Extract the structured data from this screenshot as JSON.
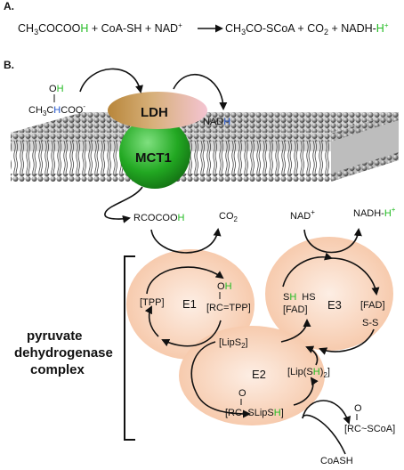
{
  "labels": {
    "a": "A.",
    "b": "B."
  },
  "equation": {
    "lhs_pre": "CH",
    "lhs_sub": "3",
    "lhs_mid": "COCOO",
    "lhs_h": "H",
    "rest1": " + CoA-SH + NAD",
    "plus_sup": "+",
    "rhs_pre": "CH",
    "rhs_sub": "3",
    "rhs_mid": "CO-SCoA + CO",
    "rhs_sub2": "2",
    "rhs_end": " + NADH-",
    "rhs_h": "H",
    "rhs_hsup": "+",
    "color_green": "#22bb22",
    "color_blue": "#2255cc"
  },
  "lactate": {
    "oh_o": "O",
    "oh_h": "H",
    "formula_pre": "CH",
    "formula_sub": "3",
    "formula_c": "C",
    "formula_h": "H",
    "formula_end": "COO",
    "charge": "-"
  },
  "enzymes": {
    "ldh": "LDH",
    "mct1": "MCT1",
    "e1": "E1",
    "e2": "E2",
    "e3": "E3"
  },
  "nadh_top": {
    "nad": "NAD",
    "h": "H"
  },
  "rcocooh": {
    "pre": "RCOCOO",
    "h": "H"
  },
  "co2": {
    "text": "CO",
    "sub": "2"
  },
  "nad_plus": {
    "text": "NAD",
    "sup": "+"
  },
  "nadh_right": {
    "text": "NADH-",
    "h": "H",
    "sup": "+"
  },
  "e1_labels": {
    "tpp": "[TPP]",
    "oh_o": "O",
    "oh_h": "H",
    "rctpp": "[RC=TPP]"
  },
  "e3_labels": {
    "sh": "S",
    "sh_h": "H",
    "hs": "HS",
    "fad_left": "[FAD]",
    "fad_right": "[FAD]",
    "ss": "S-S"
  },
  "lips2": {
    "text": "[LipS",
    "sub": "2",
    "end": "]"
  },
  "lipsh2": {
    "pre": "[Lip(S",
    "h": "H",
    "post": ")",
    "sub": "2",
    "end": "]"
  },
  "rcslipsh": {
    "o": "O",
    "pre": "[RC~SLipS",
    "h": "H",
    "end": "]"
  },
  "rcscoa": {
    "o": "O",
    "text": "[RC~SCoA]"
  },
  "coash": "CoASH",
  "complex_label": [
    "pyruvate",
    "dehydrogenase",
    "complex"
  ]
}
